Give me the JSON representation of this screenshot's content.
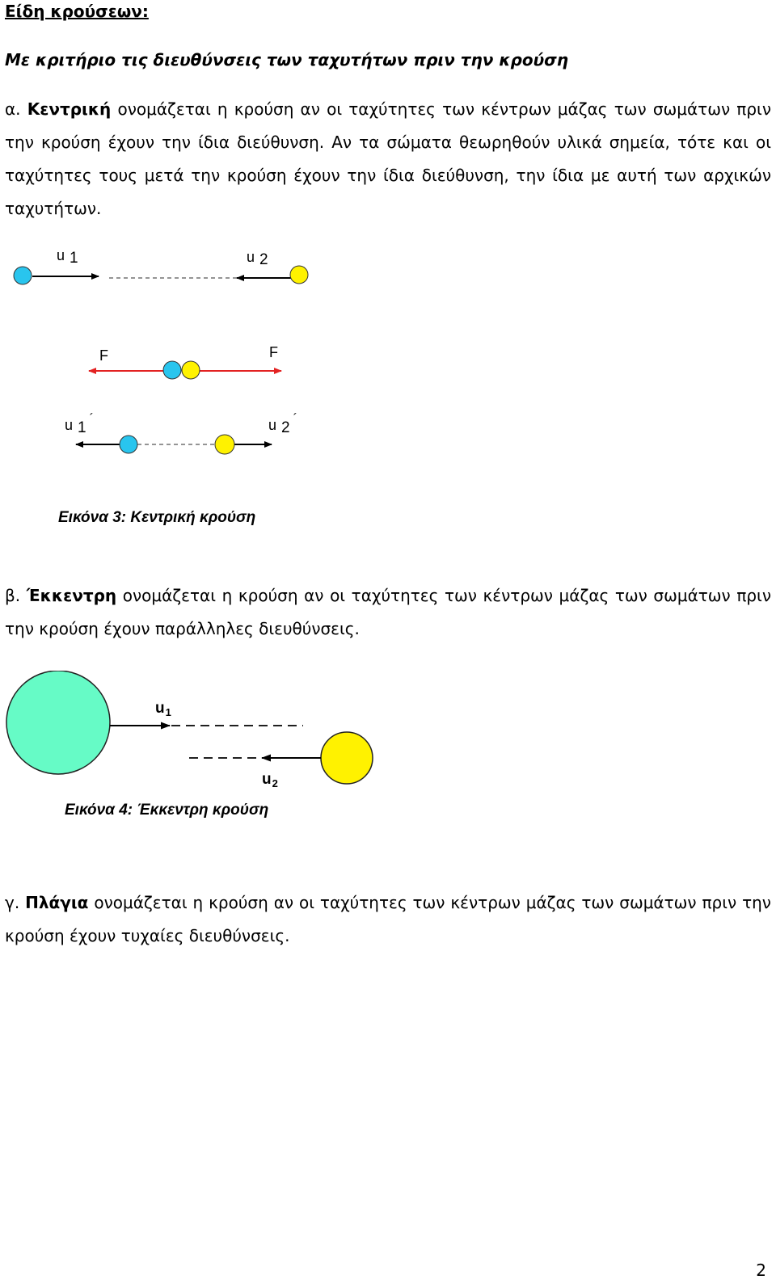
{
  "heading": "Είδη κρούσεων:",
  "criterion": "Με κριτήριο τις διευθύνσεις των ταχυτήτων πριν την κρούση",
  "para_a": {
    "marker": "α. ",
    "term": "Κεντρική",
    "text": " ονομάζεται η κρούση αν οι ταχύτητες των κέντρων μάζας των σωμάτων πριν την κρούση έχουν την ίδια διεύθυνση. Αν τα σώματα θεωρηθούν υλικά σημεία, τότε και οι ταχύτητες τους μετά την κρούση έχουν την ίδια διεύθυνση, την ίδια με αυτή των αρχικών ταχυτήτων."
  },
  "figure3": {
    "caption": "Εικόνα 3: Κεντρική κρούση",
    "label_u1": "u",
    "label_u1_sub": "1",
    "label_u2": "u",
    "label_u2_sub": "2",
    "label_F_left": "F",
    "label_F_right": "F",
    "label_u1p": "u",
    "label_u1p_sub": "1",
    "label_u2p": "u",
    "label_u2p_sub": "2",
    "prime": "´",
    "color_ball_1": "#29c5ee",
    "color_ball_2": "#fff200",
    "color_force": "#e32222"
  },
  "para_b": {
    "marker": "β. ",
    "term": "Έκκεντρη",
    "text": " ονομάζεται η κρούση αν οι ταχύτητες των κέντρων μάζας των σωμάτων πριν την κρούση έχουν παράλληλες διευθύνσεις."
  },
  "figure4": {
    "caption": "Εικόνα 4: Έκκεντρη κρούση",
    "label_u1": "u",
    "label_u1_sub": "1",
    "label_u2": "u",
    "label_u2_sub": "2",
    "color_big_ball": "#66fbc6",
    "color_small_ball": "#fff200"
  },
  "para_c": {
    "marker": "γ. ",
    "term": "Πλάγια",
    "text": " ονομάζεται η κρούση αν οι ταχύτητες των κέντρων μάζας των σωμάτων πριν την κρούση έχουν τυχαίες διευθύνσεις."
  },
  "page_number": "2"
}
